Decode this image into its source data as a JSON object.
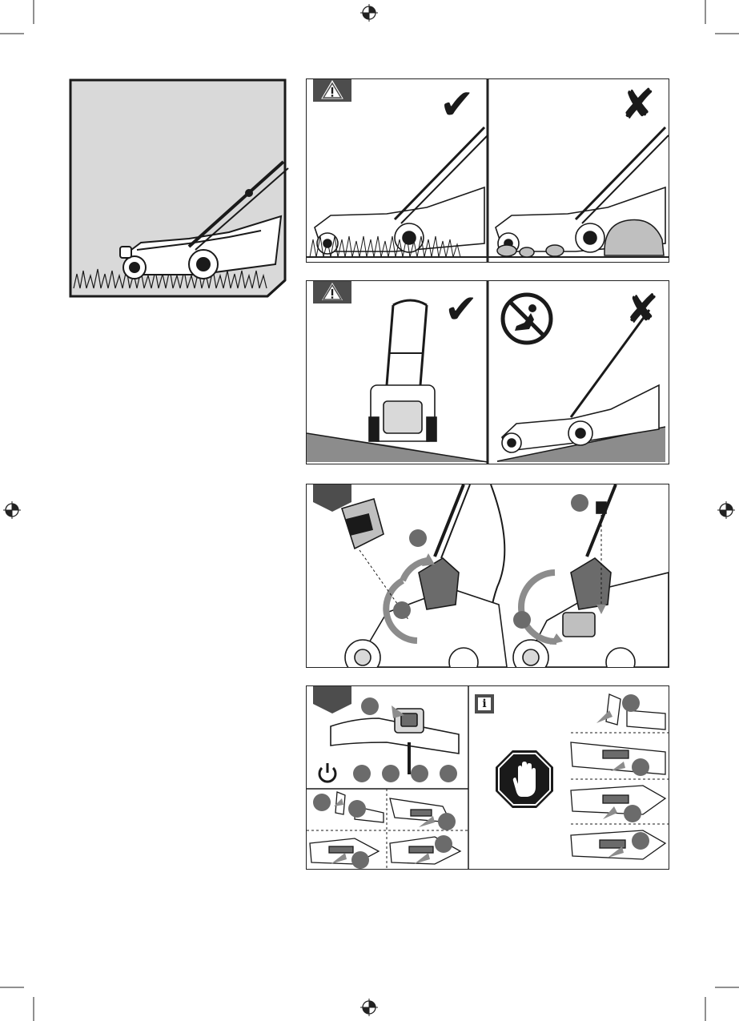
{
  "page": {
    "width": 923,
    "height": 1275,
    "colors": {
      "ink": "#1a1a1a",
      "grey_panel": "#d9d9d9",
      "badge_dark": "#4d4d4d",
      "callout": "#6b6b6b",
      "slope": "#8c8c8c"
    }
  },
  "icons": {
    "registration": "registration-mark-icon",
    "warning": "warning-triangle-icon",
    "check": "checkmark-icon",
    "cross": "cross-icon",
    "no_riding": "no-riding-on-mower-icon",
    "power": "power-icon",
    "info": "info-icon",
    "stop": "stop-hand-icon"
  },
  "sections": {
    "grass_scene": {
      "description_icon": "lawnmower-on-grass"
    },
    "terrain": {
      "ok_symbol": "✔",
      "bad_symbol": "✘"
    },
    "slope": {
      "ok_symbol": "✔",
      "bad_symbol": "✘"
    },
    "battery": {
      "callout_count": 5
    },
    "handle": {
      "callout_count": 12
    },
    "info_panel": {
      "info_glyph": "i"
    }
  }
}
